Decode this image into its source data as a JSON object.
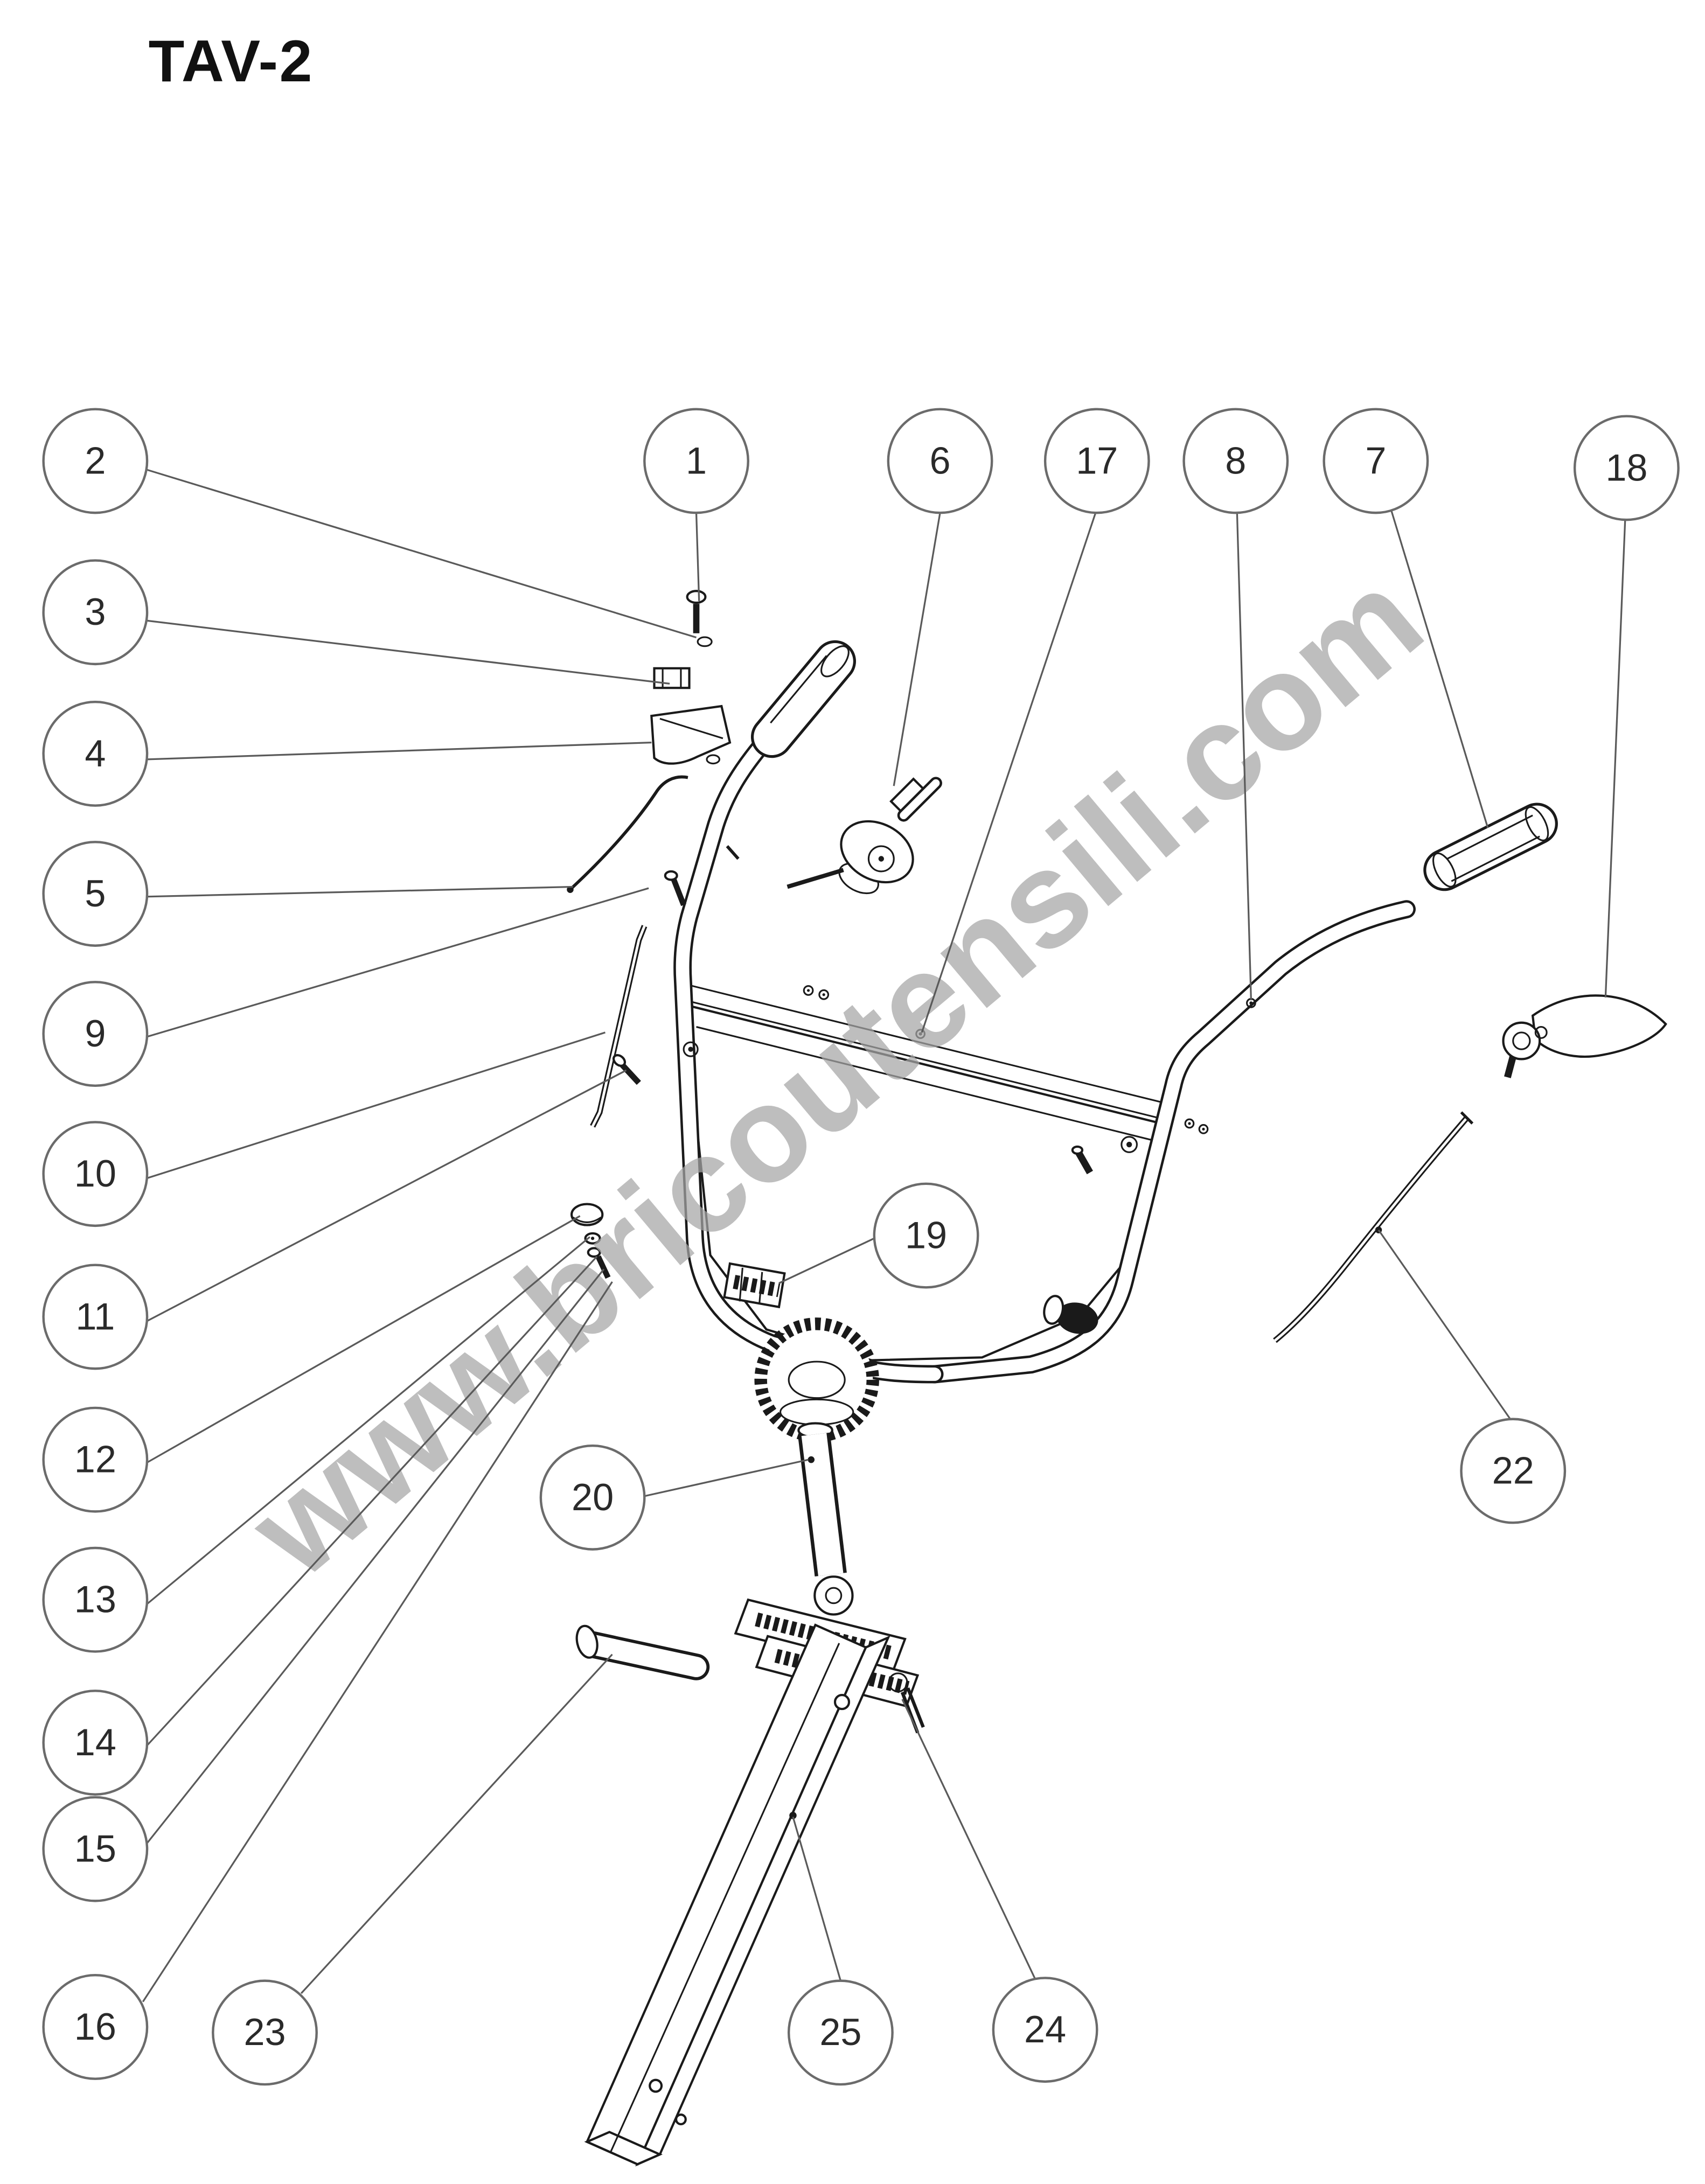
{
  "page": {
    "title": "TAV-2",
    "watermark": "www.bricoutensili.com",
    "colors": {
      "background": "#ffffff",
      "ink": "#1a1a1a",
      "callout_stroke": "#6b6b6b",
      "leader_line": "#5a5a5a",
      "watermark": "#a6a6a6"
    }
  },
  "diagram": {
    "type": "exploded-parts-diagram",
    "subject": "handlebar and folding leg assembly exploded view",
    "callouts": [
      {
        "number": "1"
      },
      {
        "number": "2"
      },
      {
        "number": "3"
      },
      {
        "number": "4"
      },
      {
        "number": "5"
      },
      {
        "number": "6"
      },
      {
        "number": "7"
      },
      {
        "number": "8"
      },
      {
        "number": "9"
      },
      {
        "number": "10"
      },
      {
        "number": "11"
      },
      {
        "number": "12"
      },
      {
        "number": "13"
      },
      {
        "number": "14"
      },
      {
        "number": "15"
      },
      {
        "number": "16"
      },
      {
        "number": "17"
      },
      {
        "number": "18"
      },
      {
        "number": "19"
      },
      {
        "number": "20"
      },
      {
        "number": "22"
      },
      {
        "number": "23"
      },
      {
        "number": "24"
      },
      {
        "number": "25"
      }
    ]
  }
}
